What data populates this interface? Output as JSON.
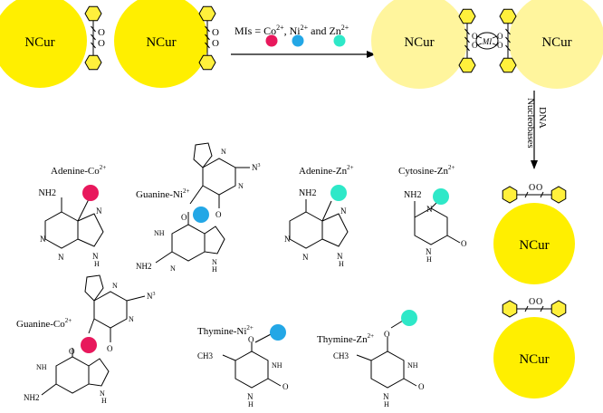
{
  "particle_label": "NCur",
  "reaction": {
    "prefix": "MIs = Co",
    "co_charge": "2+",
    "ni_part": ", Ni",
    "ni_charge": "2+",
    "zn_part": " and Zn",
    "zn_charge": "2+"
  },
  "center_metal_label": "MI",
  "atoms": {
    "O": "O",
    "N": "N",
    "H": "H",
    "NH2": "NH2",
    "N3": "N",
    "CH3": "CH3",
    "NH": "NH"
  },
  "subscripts": {
    "two": "2",
    "three": "3"
  },
  "dna_label": "DNA",
  "nucleobases_label": "Nucleobases",
  "complexes": {
    "adenine_co": {
      "name": "Adenine-Co",
      "charge": "2+"
    },
    "guanine_ni": {
      "name": "Guanine-Ni",
      "charge": "2+"
    },
    "adenine_zn": {
      "name": "Adenine-Zn",
      "charge": "2+"
    },
    "cytosine_zn": {
      "name": "Cytosine-Zn",
      "charge": "2+"
    },
    "guanine_co": {
      "name": "Guanine-Co",
      "charge": "2+"
    },
    "thymine_ni": {
      "name": "Thymine-Ni",
      "charge": "2+"
    },
    "thymine_zn": {
      "name": "Thymine-Zn",
      "charge": "2+"
    }
  },
  "colors": {
    "particle_yellow": "#FFEF00",
    "particle_pale": "#FFF59D",
    "hexagon_fill": "#FFF03C",
    "cobalt": "#E8185C",
    "nickel": "#23A7E6",
    "zinc": "#2EE8C8"
  }
}
